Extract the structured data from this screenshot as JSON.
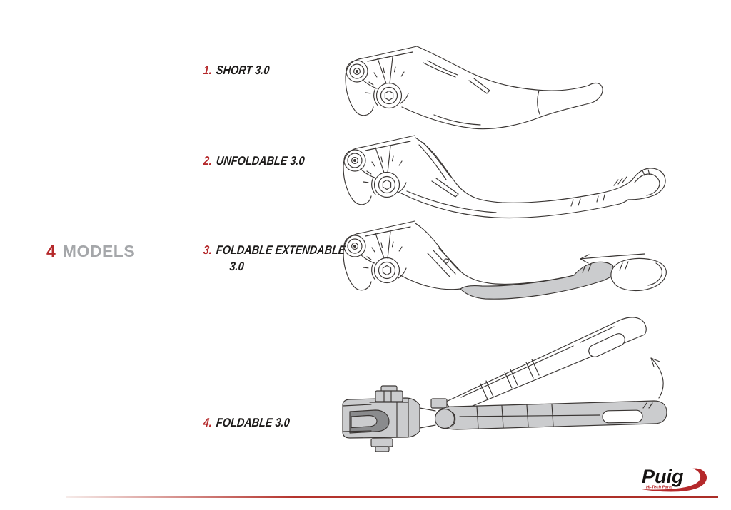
{
  "heading": {
    "number": "4",
    "label": "MODELS"
  },
  "items": [
    {
      "number": "1.",
      "name": "SHORT 3.0"
    },
    {
      "number": "2.",
      "name": "UNFOLDABLE 3.0"
    },
    {
      "number": "3.",
      "name": "FOLDABLE EXTENDABLE",
      "name2": "3.0"
    },
    {
      "number": "4.",
      "name": "FOLDABLE 3.0"
    }
  ],
  "logo": {
    "brand": "Puig",
    "tagline": "Hi-Tech Parts"
  },
  "colors": {
    "accent": "#b5292b",
    "heading_gray": "#a5a7aa",
    "ink": "#3a3634",
    "shade": "#cbccce",
    "shade_dark": "#8a8b8d"
  }
}
